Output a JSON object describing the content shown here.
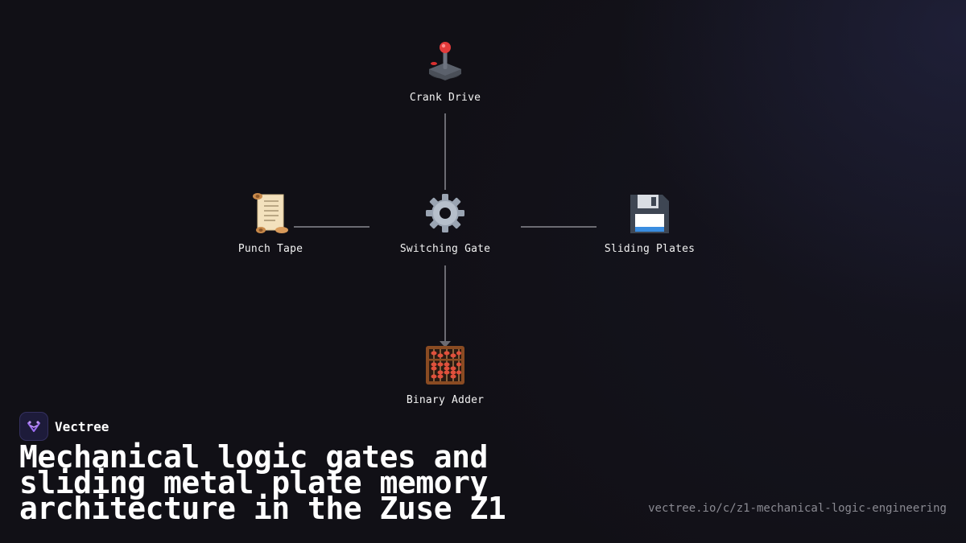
{
  "diagram": {
    "nodes": [
      {
        "id": "crank",
        "label": "Crank Drive",
        "icon": "joystick-icon"
      },
      {
        "id": "gate",
        "label": "Switching Gate",
        "icon": "gear-icon"
      },
      {
        "id": "tape",
        "label": "Punch Tape",
        "icon": "scroll-icon"
      },
      {
        "id": "plates",
        "label": "Sliding Plates",
        "icon": "floppy-disk-icon"
      },
      {
        "id": "adder",
        "label": "Binary Adder",
        "icon": "abacus-icon"
      }
    ],
    "edges": [
      {
        "from": "crank",
        "to": "gate"
      },
      {
        "from": "tape",
        "to": "gate"
      },
      {
        "from": "gate",
        "to": "plates"
      },
      {
        "from": "gate",
        "to": "adder",
        "arrow": true
      }
    ]
  },
  "brand": {
    "name": "Vectree",
    "logo_icon": "vectree-logo-icon",
    "accent": "#7b4dd8"
  },
  "headline": "Mechanical logic gates and sliding metal plate memory architecture in the Zuse Z1",
  "url": "vectree.io/c/z1-mechanical-logic-engineering",
  "colors": {
    "background": "#111016",
    "edge": "#6b6b72",
    "text": "#ffffff",
    "muted": "#8a8a92"
  }
}
